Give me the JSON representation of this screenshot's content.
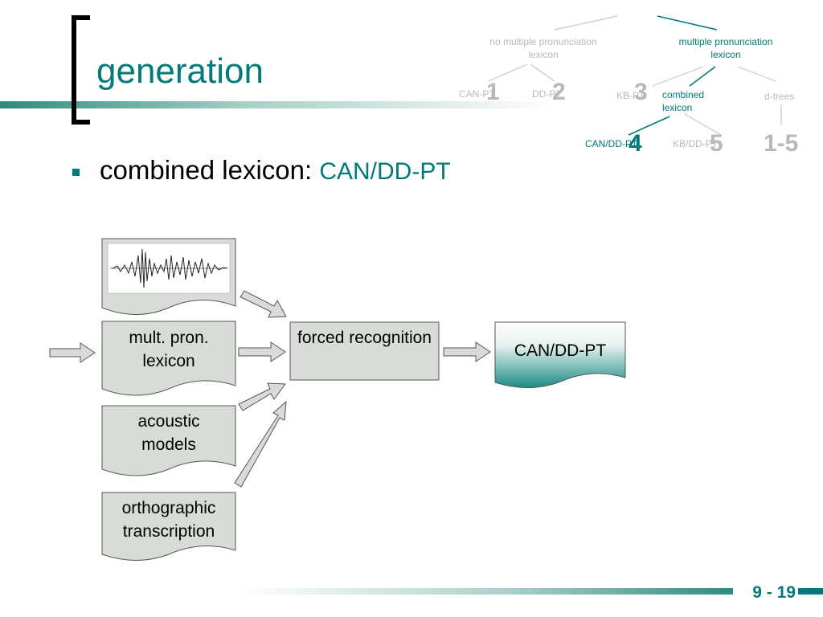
{
  "title": "generation",
  "bullet": {
    "text": "combined lexicon: ",
    "highlight": "CAN/DD-PT"
  },
  "tree": {
    "left_branch": "no multiple pronunciation lexicon",
    "right_branch": "multiple pronunciation lexicon",
    "can_pt": "CAN-PT",
    "dd_pt": "DD-PT",
    "kb_pt": "KB-PT",
    "combined": "combined lexicon",
    "d_trees": "d-trees",
    "can_dd_pt": "CAN/DD-PT",
    "kb_dd_pt": "KB/DD-PT",
    "num1": "1",
    "num2": "2",
    "num3": "3",
    "num4": "4",
    "num5": "5",
    "num15": "1-5"
  },
  "boxes": {
    "lexicon": "mult. pron. lexicon",
    "acoustic": "acoustic models",
    "ortho": "orthographic transcription",
    "forced": "forced recognition",
    "output": "CAN/DD-PT"
  },
  "page_number": "9 - 19",
  "colors": {
    "accent": "#007a7a",
    "box_fill": "#d8dcd6",
    "muted": "#b8b8b8"
  }
}
